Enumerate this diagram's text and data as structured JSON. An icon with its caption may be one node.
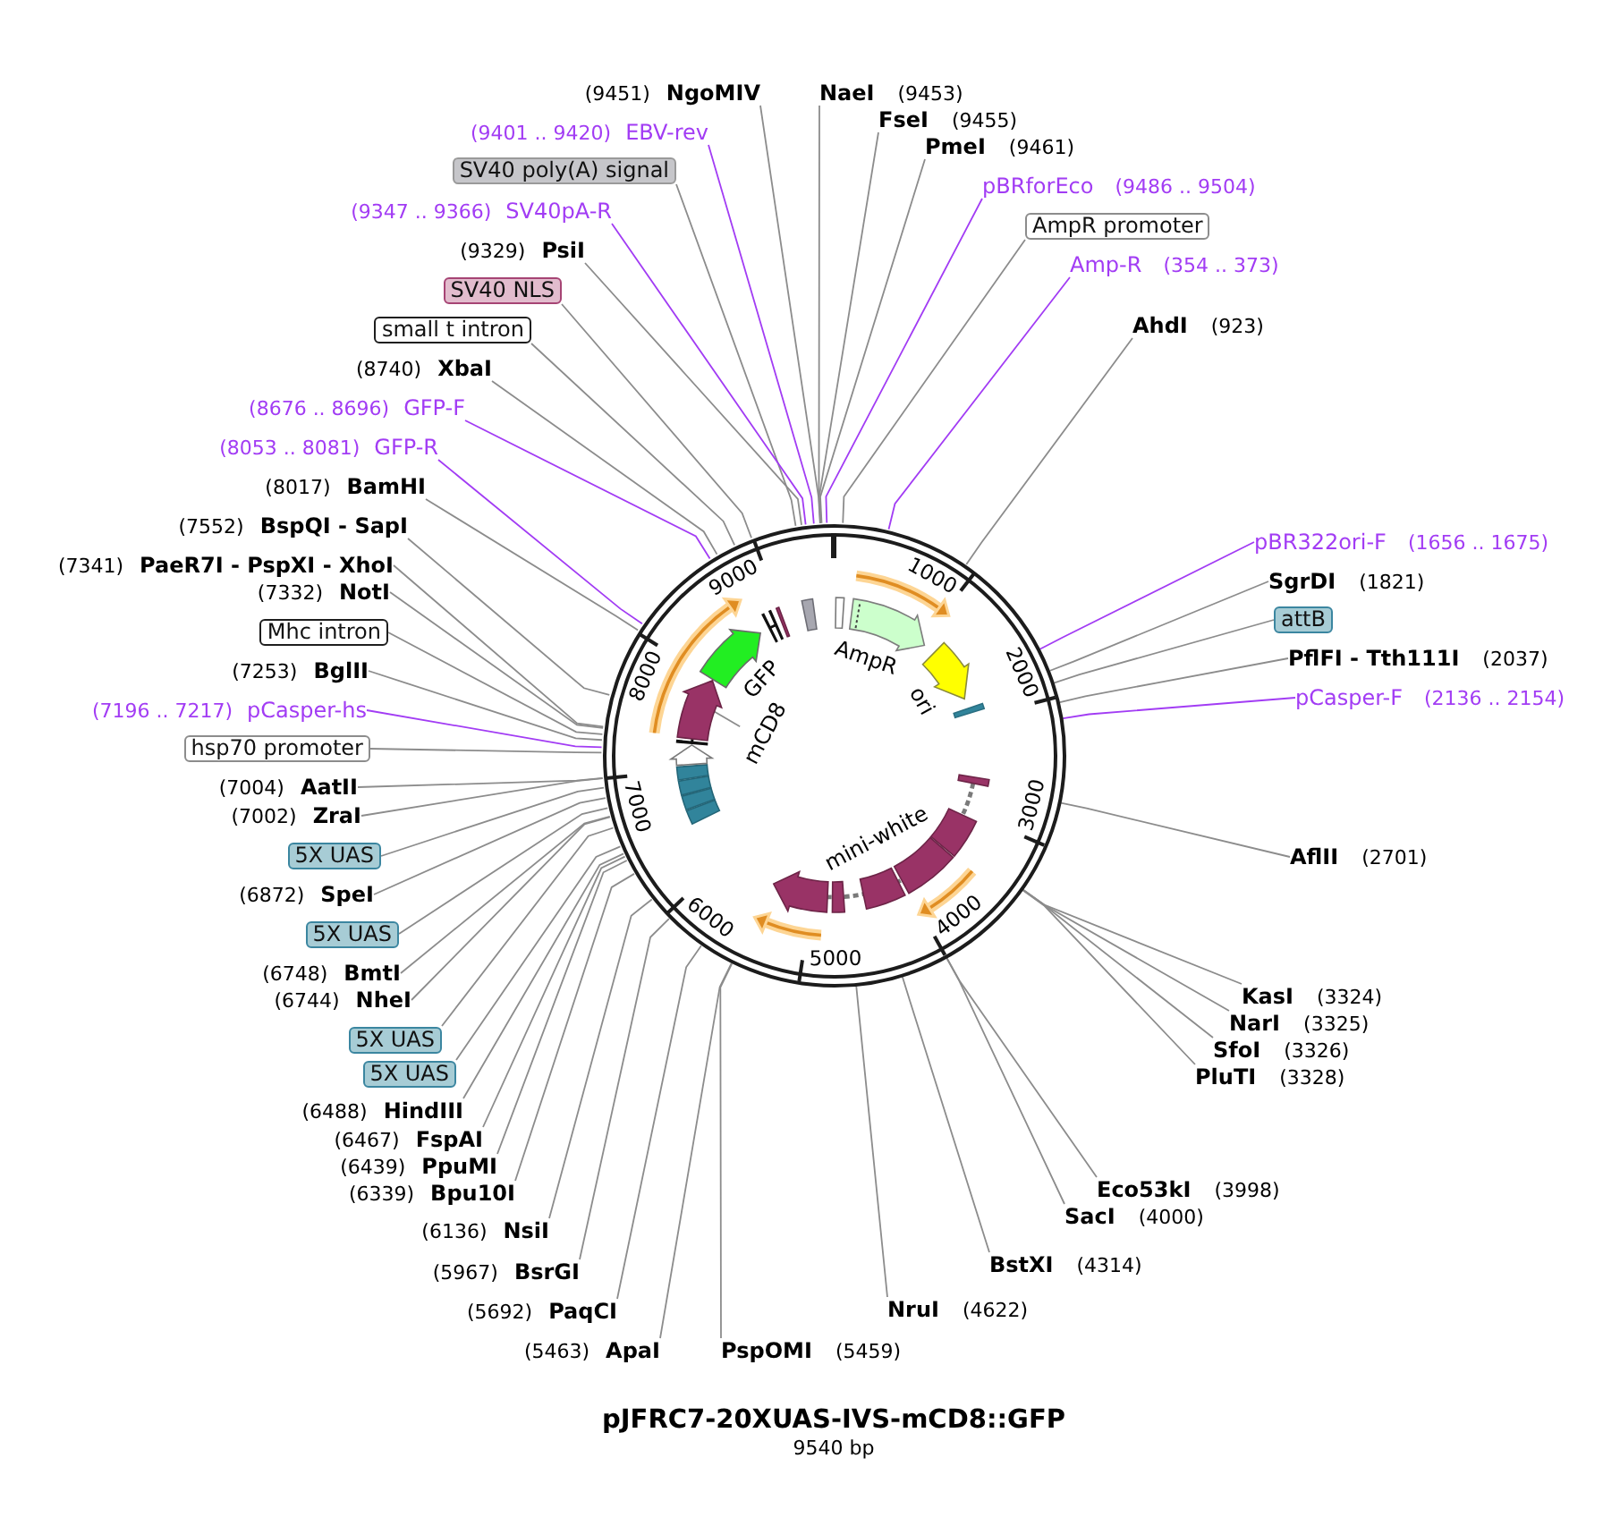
{
  "diagram": {
    "title": "pJFRC7-20XUAS-IVS-mCD8::GFP",
    "caption": "9540 bp",
    "nodes": [
      {
        "text": [
          "(9451)",
          "NgoMIV"
        ]
      },
      {
        "text": [
          "NaeI",
          "(9453)"
        ]
      },
      {
        "text": [
          "FseI",
          "(9455)"
        ]
      },
      {
        "text": [
          "(9401 .. 9420)",
          "EBV-rev"
        ]
      },
      {
        "text": [
          "PmeI",
          "(9461)"
        ]
      },
      {
        "text": [
          "SV40 poly(A) signal"
        ]
      },
      {
        "text": [
          "pBRforEco",
          "(9486 .. 9504)"
        ]
      },
      {
        "text": [
          "(9347 .. 9366)",
          "SV40pA-R"
        ]
      },
      {
        "text": [
          "AmpR promoter"
        ]
      },
      {
        "text": [
          "(9329)",
          "PsiI"
        ]
      },
      {
        "text": [
          "Amp-R",
          "(354 .. 373)"
        ]
      },
      {
        "text": [
          "SV40 NLS"
        ]
      },
      {
        "text": [
          "AhdI",
          "(923)"
        ]
      },
      {
        "text": [
          "small t intron"
        ]
      },
      {
        "text": [
          "(8740)",
          "XbaI"
        ]
      },
      {
        "text": [
          "(8676 .. 8696)",
          "GFP-F"
        ]
      },
      {
        "text": [
          "(8053 .. 8081)",
          "GFP-R"
        ]
      },
      {
        "text": [
          "(8017)",
          "BamHI"
        ]
      },
      {
        "text": [
          "(7552)",
          "BspQI - SapI"
        ]
      },
      {
        "text": [
          "pBR322ori-F",
          "(1656 .. 1675)"
        ]
      },
      {
        "text": [
          "(7341)",
          "PaeR7I - PspXI - XhoI"
        ]
      },
      {
        "text": [
          "SgrDI",
          "(1821)"
        ]
      },
      {
        "text": [
          "(7332)",
          "NotI"
        ]
      },
      {
        "text": [
          "attB"
        ]
      },
      {
        "text": [
          "Mhc intron"
        ]
      },
      {
        "text": [
          "PflFI - Tth111I",
          "(2037)"
        ]
      },
      {
        "text": [
          "(7253)",
          "BglII"
        ]
      },
      {
        "text": [
          "pCasper-F",
          "(2136 .. 2154)"
        ]
      },
      {
        "text": [
          "(7196 .. 7217)",
          "pCasper-hs"
        ]
      },
      {
        "text": [
          "hsp70 promoter"
        ]
      },
      {
        "text": [
          "(7004)",
          "AatII"
        ]
      },
      {
        "text": [
          "(7002)",
          "ZraI"
        ]
      },
      {
        "text": [
          "5X UAS"
        ]
      },
      {
        "text": [
          "AflII",
          "(2701)"
        ]
      },
      {
        "text": [
          "(6872)",
          "SpeI"
        ]
      },
      {
        "text": [
          "5X UAS"
        ]
      },
      {
        "text": [
          "(6748)",
          "BmtI"
        ]
      },
      {
        "text": [
          "KasI",
          "(3324)"
        ]
      },
      {
        "text": [
          "(6744)",
          "NheI"
        ]
      },
      {
        "text": [
          "NarI",
          "(3325)"
        ]
      },
      {
        "text": [
          "5X UAS"
        ]
      },
      {
        "text": [
          "SfoI",
          "(3326)"
        ]
      },
      {
        "text": [
          "5X UAS"
        ]
      },
      {
        "text": [
          "PluTI",
          "(3328)"
        ]
      },
      {
        "text": [
          "(6488)",
          "HindIII"
        ]
      },
      {
        "text": [
          "(6467)",
          "FspAI"
        ]
      },
      {
        "text": [
          "(6439)",
          "PpuMI"
        ]
      },
      {
        "text": [
          "Eco53kI",
          "(3998)"
        ]
      },
      {
        "text": [
          "(6339)",
          "Bpu10I"
        ]
      },
      {
        "text": [
          "SacI",
          "(4000)"
        ]
      },
      {
        "text": [
          "(6136)",
          "NsiI"
        ]
      },
      {
        "text": [
          "BstXI",
          "(4314)"
        ]
      },
      {
        "text": [
          "(5967)",
          "BsrGI"
        ]
      },
      {
        "text": [
          "NruI",
          "(4622)"
        ]
      },
      {
        "text": [
          "(5692)",
          "PaqCI"
        ]
      },
      {
        "text": [
          "(5463)",
          "ApaI"
        ]
      },
      {
        "text": [
          "PspOMI",
          "(5459)"
        ]
      },
      {
        "text": [],
        "shape": "circle"
      },
      {
        "text": [
          "mCD8"
        ],
        "in": 57
      },
      {
        "text": [],
        "shape": "arrow",
        "in": 57
      }
    ],
    "edges": [
      {
        "from": 0,
        "to": 57,
        "arrow": "none"
      },
      {
        "from": 1,
        "to": 57,
        "arrow": "none"
      },
      {
        "from": 2,
        "to": 57,
        "arrow": "none"
      },
      {
        "from": 3,
        "to": 57,
        "arrow": "none",
        "color": "#a23cf4"
      },
      {
        "from": 4,
        "to": 57,
        "arrow": "none"
      },
      {
        "from": 5,
        "to": 57,
        "arrow": "none"
      },
      {
        "from": 6,
        "to": 57,
        "arrow": "none",
        "color": "#a23cf4"
      },
      {
        "from": 7,
        "to": 57,
        "arrow": "none",
        "color": "#a23cf4"
      },
      {
        "from": 8,
        "to": 57,
        "arrow": "none"
      },
      {
        "from": 9,
        "to": 57,
        "arrow": "none"
      },
      {
        "from": 10,
        "to": 57,
        "arrow": "none",
        "color": "#a23cf4"
      },
      {
        "from": 11,
        "to": 57,
        "arrow": "none"
      },
      {
        "from": 12,
        "to": 57,
        "arrow": "none"
      },
      {
        "from": 13,
        "to": 57,
        "arrow": "none"
      },
      {
        "from": 14,
        "to": 57,
        "arrow": "none"
      },
      {
        "from": 15,
        "to": 57,
        "arrow": "none",
        "color": "#a23cf4"
      },
      {
        "from": 16,
        "to": 57,
        "arrow": "none",
        "color": "#a23cf4"
      },
      {
        "from": 17,
        "to": 57,
        "arrow": "none"
      },
      {
        "from": 18,
        "to": 57,
        "arrow": "none"
      },
      {
        "from": 19,
        "to": 57,
        "arrow": "none",
        "color": "#a23cf4"
      },
      {
        "from": 20,
        "to": 57,
        "arrow": "none"
      },
      {
        "from": 21,
        "to": 57,
        "arrow": "none"
      },
      {
        "from": 22,
        "to": 57,
        "arrow": "none"
      },
      {
        "from": 23,
        "to": 57,
        "arrow": "none"
      },
      {
        "from": 24,
        "to": 57,
        "arrow": "none"
      },
      {
        "from": 25,
        "to": 57,
        "arrow": "none"
      },
      {
        "from": 26,
        "to": 57,
        "arrow": "none"
      },
      {
        "from": 27,
        "to": 57,
        "arrow": "none",
        "color": "#a23cf4"
      },
      {
        "from": 28,
        "to": 57,
        "arrow": "none",
        "color": "#a23cf4"
      },
      {
        "from": 29,
        "to": 57,
        "arrow": "none"
      },
      {
        "from": 30,
        "to": 57,
        "arrow": "none"
      },
      {
        "from": 31,
        "to": 57,
        "arrow": "none"
      },
      {
        "from": 32,
        "to": 57,
        "arrow": "none"
      },
      {
        "from": 33,
        "to": 57,
        "arrow": "none"
      },
      {
        "from": 34,
        "to": 57,
        "arrow": "none"
      },
      {
        "from": 35,
        "to": 57,
        "arrow": "none"
      },
      {
        "from": 36,
        "to": 57,
        "arrow": "none"
      },
      {
        "from": 37,
        "to": 57,
        "arrow": "none"
      },
      {
        "from": 38,
        "to": 57,
        "arrow": "none"
      },
      {
        "from": 39,
        "to": 57,
        "arrow": "none"
      },
      {
        "from": 40,
        "to": 57,
        "arrow": "none"
      },
      {
        "from": 41,
        "to": 57,
        "arrow": "none"
      },
      {
        "from": 42,
        "to": 57,
        "arrow": "none"
      },
      {
        "from": 43,
        "to": 57,
        "arrow": "none"
      },
      {
        "from": 44,
        "to": 57,
        "arrow": "none"
      },
      {
        "from": 45,
        "to": 57,
        "arrow": "none"
      },
      {
        "from": 46,
        "to": 57,
        "arrow": "none"
      },
      {
        "from": 47,
        "to": 57,
        "arrow": "none"
      },
      {
        "from": 48,
        "to": 57,
        "arrow": "none"
      },
      {
        "from": 49,
        "to": 57,
        "arrow": "none"
      },
      {
        "from": 50,
        "to": 57,
        "arrow": "none"
      },
      {
        "from": 51,
        "to": 57,
        "arrow": "none"
      },
      {
        "from": 52,
        "to": 57,
        "arrow": "none"
      },
      {
        "from": 53,
        "to": 57,
        "arrow": "none"
      },
      {
        "from": 54,
        "to": 57,
        "arrow": "none"
      },
      {
        "from": 55,
        "to": 57,
        "arrow": "none"
      },
      {
        "from": 56,
        "to": 57,
        "arrow": "none"
      },
      {
        "from": 58,
        "to": 59,
        "arrow": "none"
      }
    ],
    "labels": [
      "9000",
      "1000",
      "AmpR",
      "GFP",
      "ori",
      "2000",
      "8000",
      "7000",
      "3000",
      "mini-white",
      "4000",
      "6000",
      "5000"
    ]
  }
}
